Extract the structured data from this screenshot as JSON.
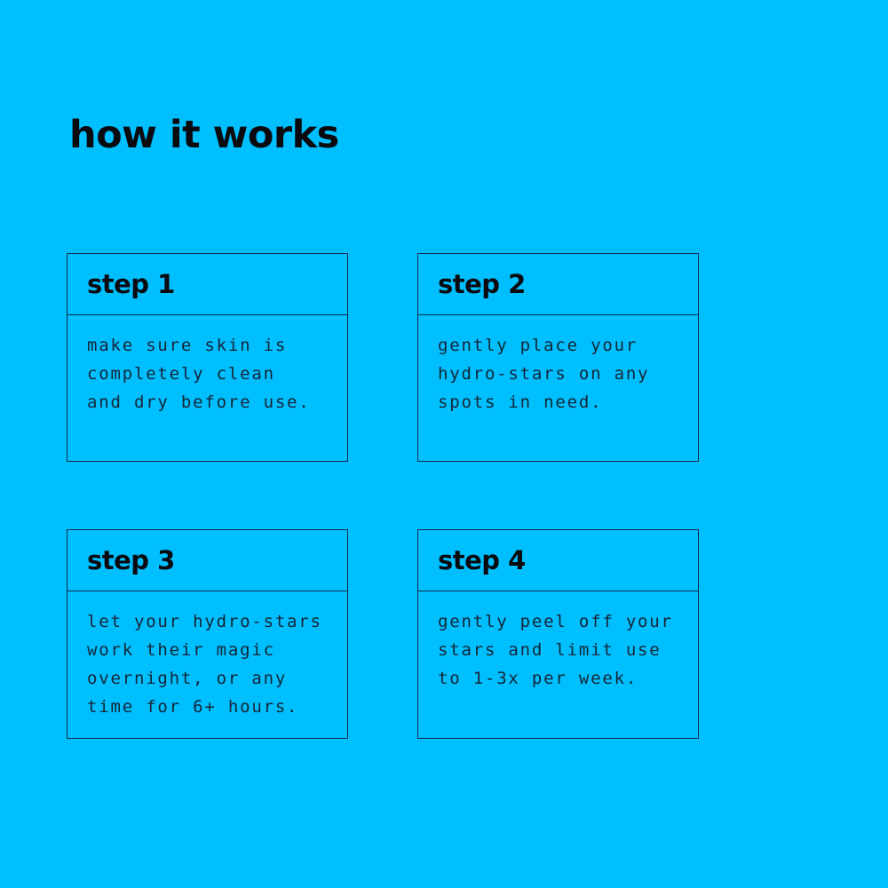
{
  "page": {
    "background_color": "#00BFFF",
    "border_color": "#0c2c48",
    "heading_color": "#0a0a0f",
    "body_text_color": "#152636"
  },
  "title": "how it works",
  "steps": [
    {
      "label": "step 1",
      "body": "make sure skin is\ncompletely clean\nand dry before use."
    },
    {
      "label": "step 2",
      "body": "gently place your\nhydro-stars on any\nspots in need."
    },
    {
      "label": "step 3",
      "body": "let your hydro-stars\nwork their magic\novernight, or any\ntime for 6+ hours."
    },
    {
      "label": "step 4",
      "body": "gently peel off your\nstars and limit use\nto 1-3x per week."
    }
  ]
}
